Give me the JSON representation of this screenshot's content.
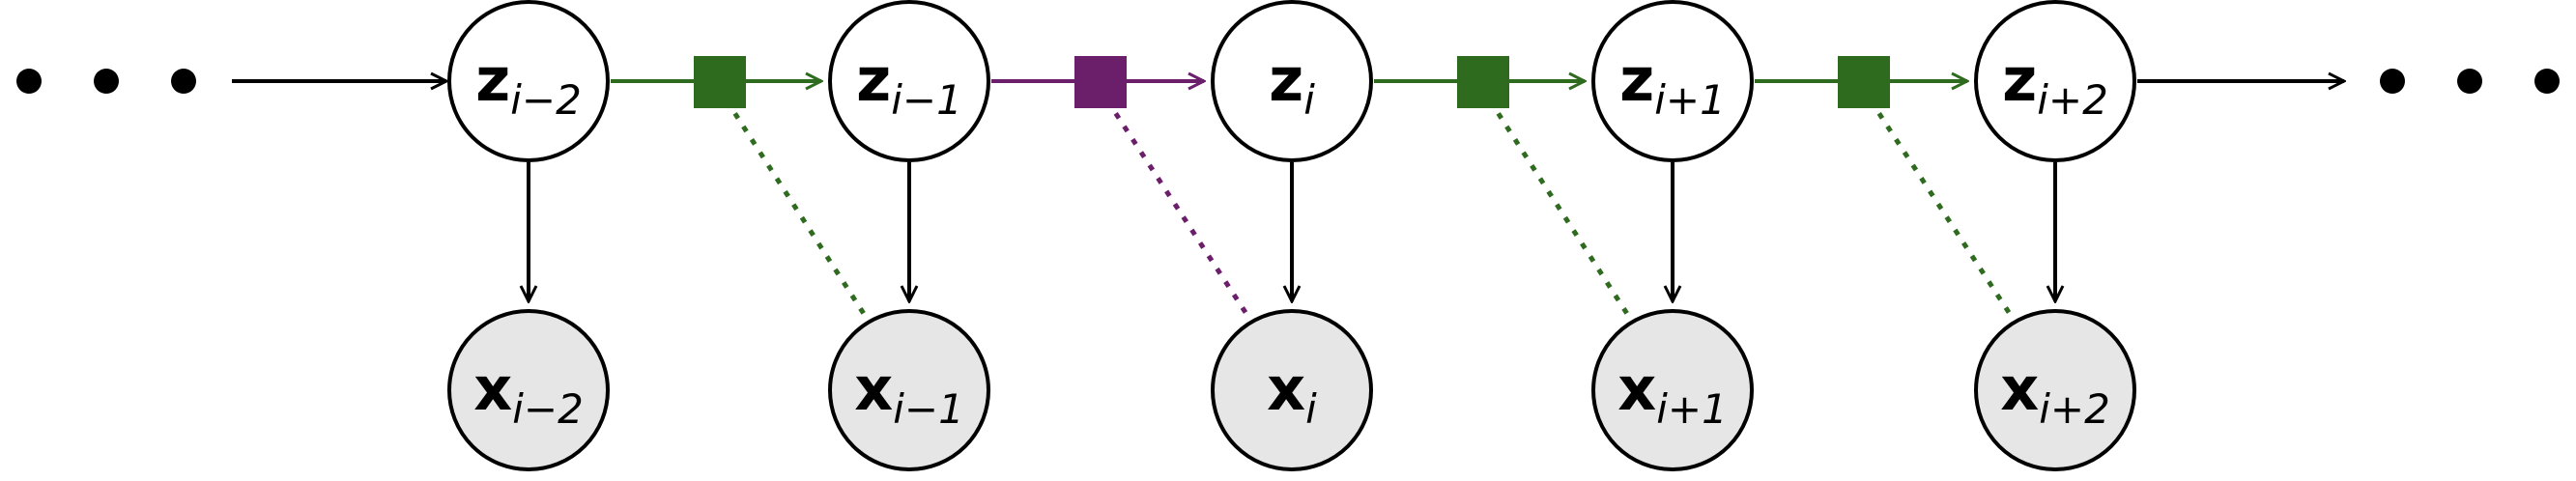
{
  "colors": {
    "stroke": "#000000",
    "latent_fill": "#ffffff",
    "observed_fill": "#e6e6e6",
    "factor_green": "#2f6b1f",
    "factor_purple": "#6b1f6b"
  },
  "ellipsis_left": "• • •",
  "ellipsis_right": "• • •",
  "latent_nodes": [
    {
      "base": "z",
      "sub": "i−2"
    },
    {
      "base": "z",
      "sub": "i−1"
    },
    {
      "base": "z",
      "sub": "i"
    },
    {
      "base": "z",
      "sub": "i+1"
    },
    {
      "base": "z",
      "sub": "i+2"
    }
  ],
  "observed_nodes": [
    {
      "base": "x",
      "sub": "i−2"
    },
    {
      "base": "x",
      "sub": "i−1"
    },
    {
      "base": "x",
      "sub": "i"
    },
    {
      "base": "x",
      "sub": "i+1"
    },
    {
      "base": "x",
      "sub": "i+2"
    }
  ],
  "factors": [
    {
      "between": [
        0,
        1
      ],
      "links_observed": 1,
      "color": "green"
    },
    {
      "between": [
        1,
        2
      ],
      "links_observed": 2,
      "color": "purple"
    },
    {
      "between": [
        2,
        3
      ],
      "links_observed": 3,
      "color": "green"
    },
    {
      "between": [
        3,
        4
      ],
      "links_observed": 4,
      "color": "green"
    }
  ]
}
